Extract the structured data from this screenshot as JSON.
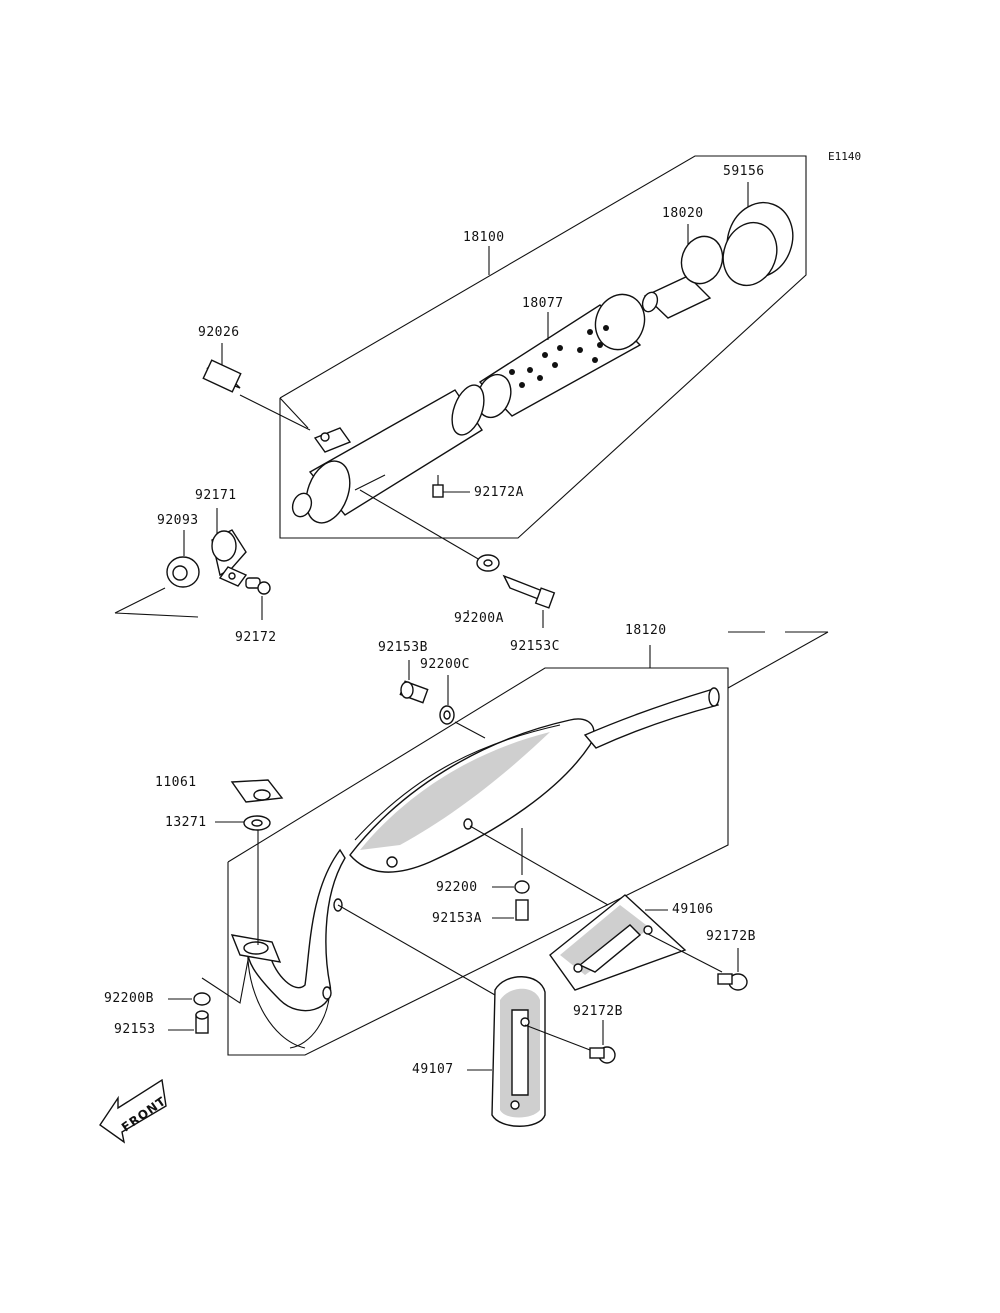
{
  "ref_code": "E1140",
  "front_label": "FRONT",
  "parts": {
    "p59156": "59156",
    "p18020": "18020",
    "p18100": "18100",
    "p18077": "18077",
    "p92026": "92026",
    "p92172A": "92172A",
    "p92171": "92171",
    "p92093": "92093",
    "p92172": "92172",
    "p92200A": "92200A",
    "p92153C": "92153C",
    "p18120": "18120",
    "p92153B": "92153B",
    "p92200C": "92200C",
    "p11061": "11061",
    "p13271": "13271",
    "p92200": "92200",
    "p92153A": "92153A",
    "p49106": "49106",
    "p92172B_1": "92172B",
    "p92172B_2": "92172B",
    "p92200B": "92200B",
    "p92153": "92153",
    "p49107": "49107"
  },
  "colors": {
    "line": "#111111",
    "shade": "#cfcfcf",
    "background": "#ffffff"
  }
}
